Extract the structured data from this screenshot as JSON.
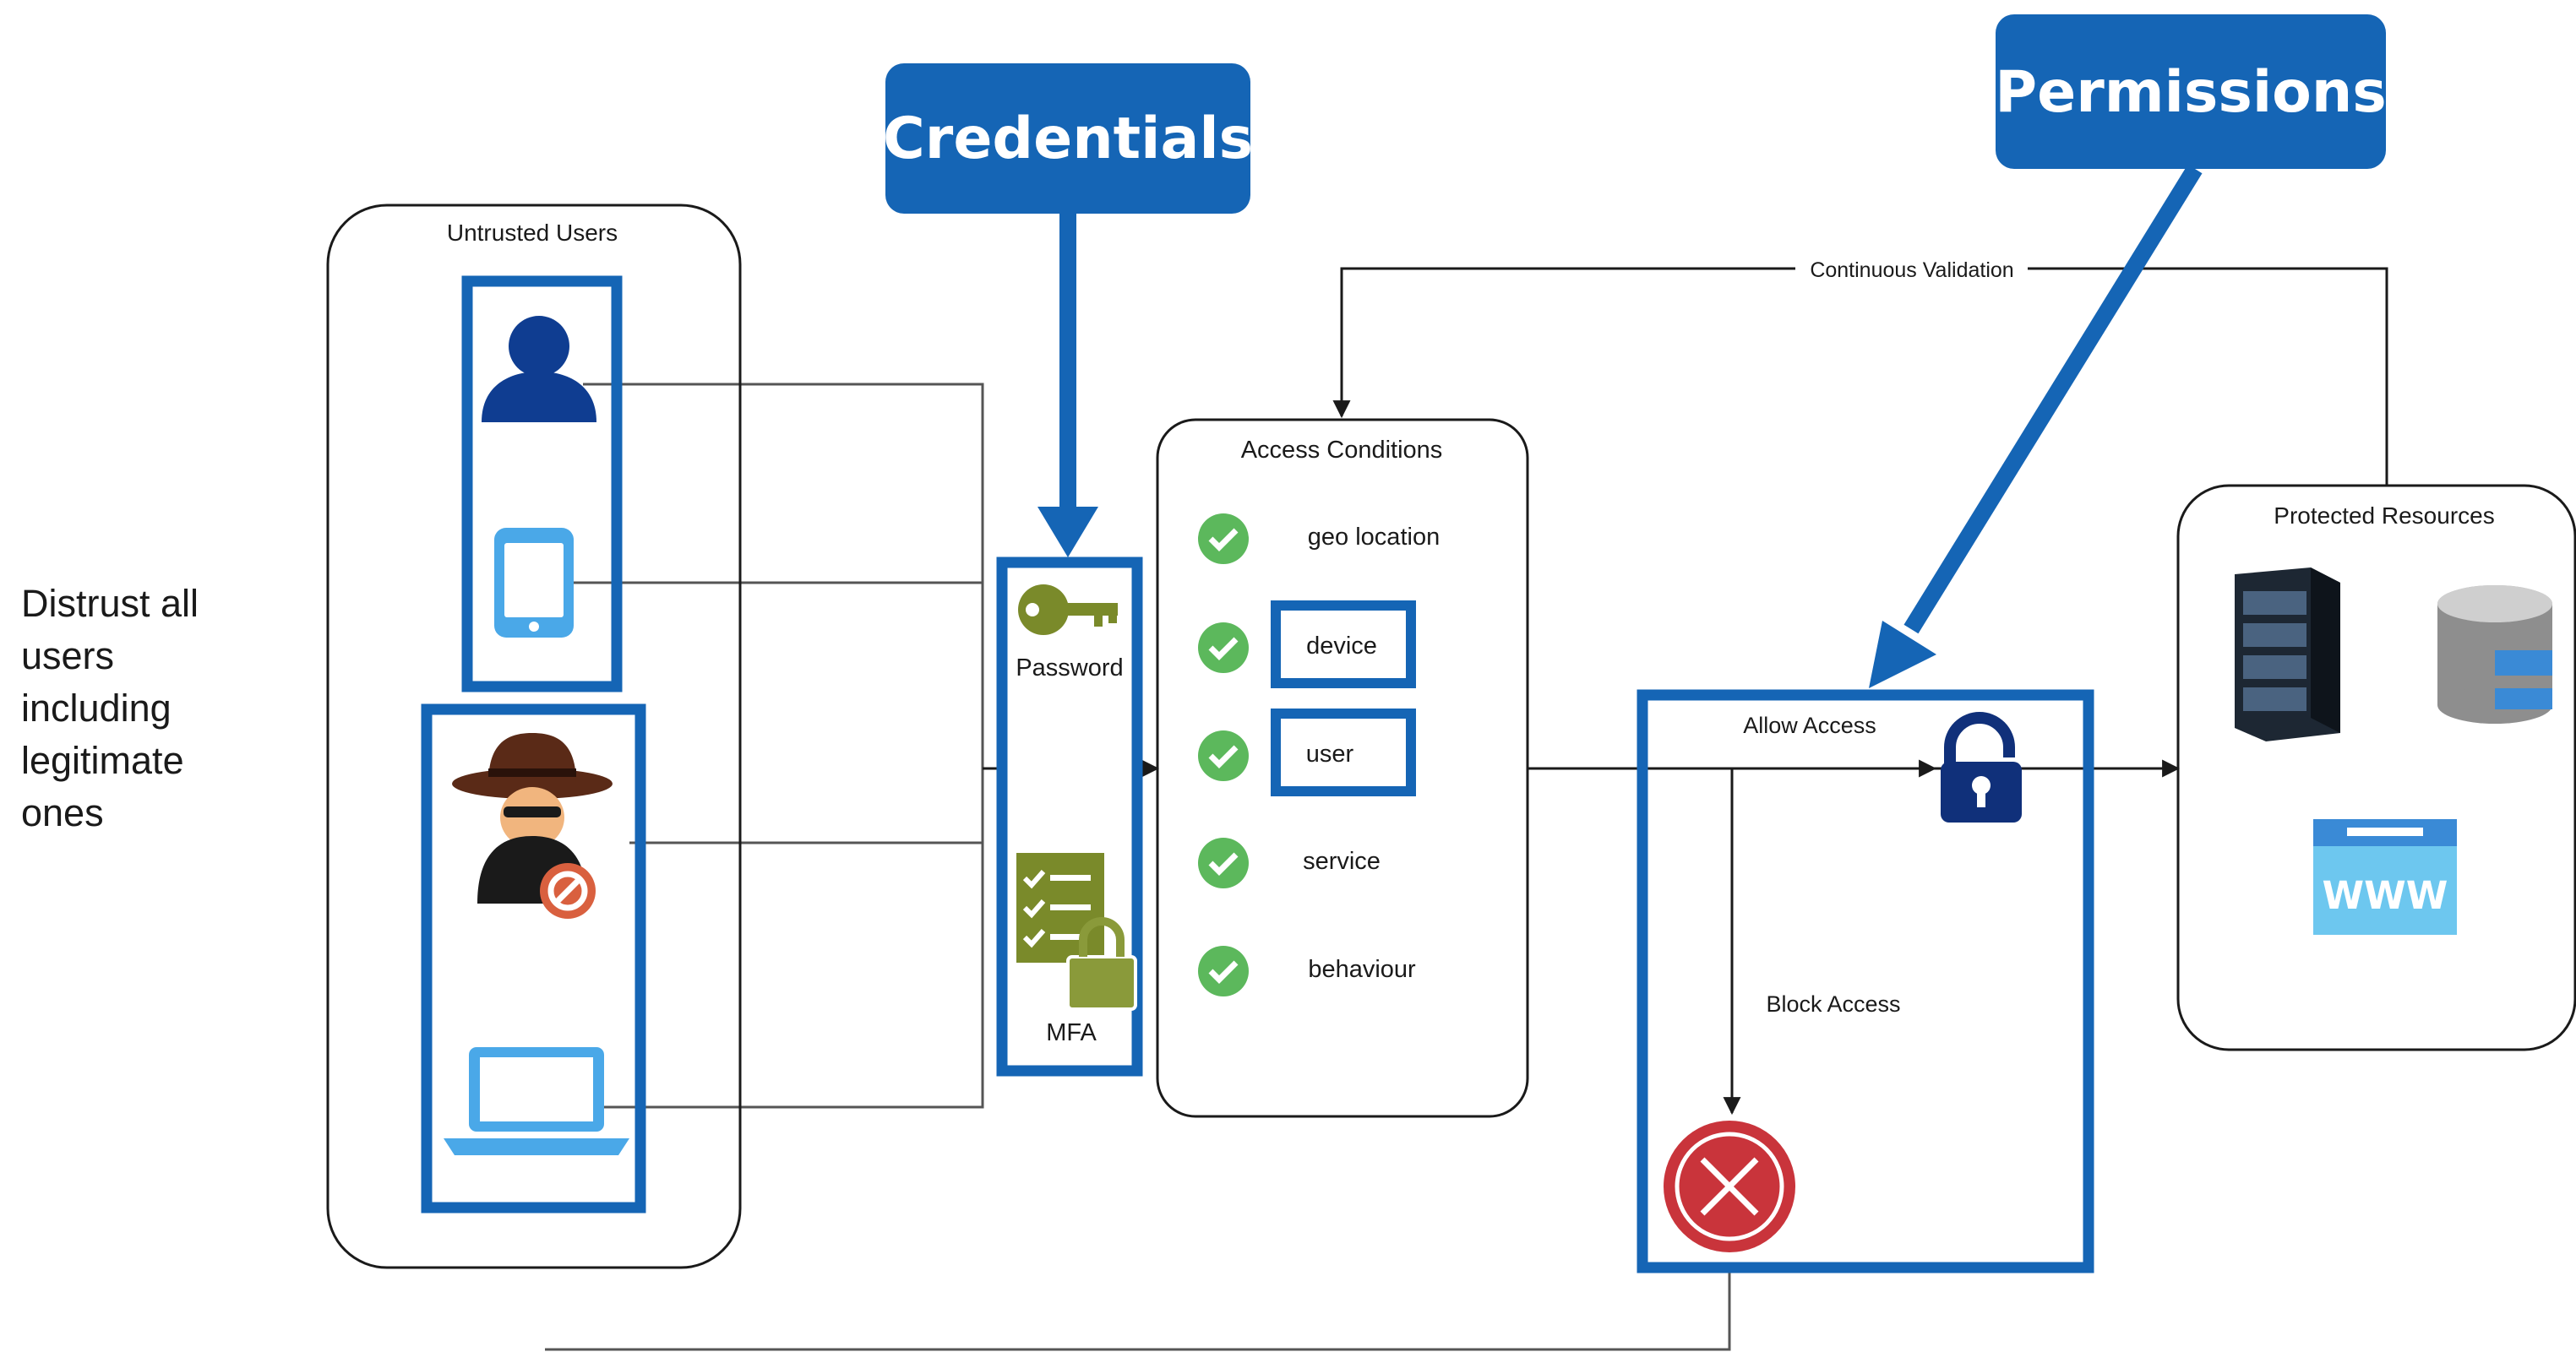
{
  "side_note": {
    "lines": [
      "Distrust all",
      "users",
      "including",
      "legitimate",
      "ones"
    ]
  },
  "callouts": {
    "credentials": "Credentials",
    "permissions": "Permissions"
  },
  "untrusted_users": {
    "title": "Untrusted Users"
  },
  "credential_methods": {
    "password": "Password",
    "mfa": "MFA"
  },
  "access_conditions": {
    "title": "Access Conditions",
    "items": [
      "geo location",
      "device",
      "user",
      "service",
      "behaviour"
    ]
  },
  "access_decision": {
    "allow": "Allow Access",
    "block": "Block Access"
  },
  "protected_resources": {
    "title": "Protected Resources",
    "www_label": "WWW"
  },
  "loop": {
    "label": "Continuous Validation"
  },
  "colors": {
    "callout_blue": "#1565b5",
    "check_green": "#5cb85c",
    "lock_navy": "#10307a",
    "block_red": "#c9343b",
    "device_light_blue": "#4aa8e8",
    "credential_olive": "#7a8a2a"
  }
}
